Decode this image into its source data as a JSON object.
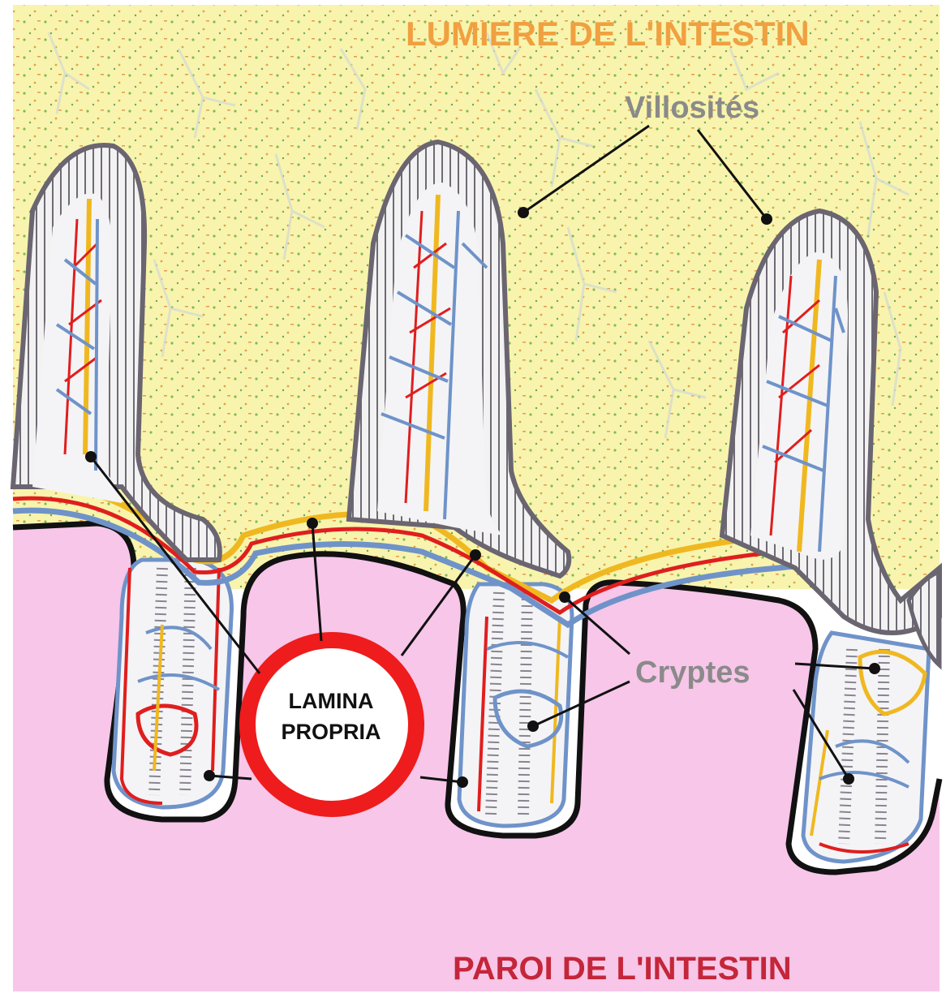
{
  "labels": {
    "lumen": "LUMIERE DE L'INTESTIN",
    "villi": "Villosités",
    "crypts": "Cryptes",
    "lamina_line1": "LAMINA",
    "lamina_line2": "PROPRIA",
    "wall": "PAROI DE L'INTESTIN"
  },
  "colors": {
    "lumen_bg": "#f8f4ad",
    "wall_bg": "#f7c6e8",
    "epithelium": "#7b7680",
    "artery": "#e01e1e",
    "vein": "#6f93c9",
    "lymphatic": "#f0b820",
    "lamina_ring": "#ee1c1c",
    "lumen_text": "#f0a040",
    "gray_text": "#8a8a8a",
    "wall_text": "#c4263a"
  }
}
